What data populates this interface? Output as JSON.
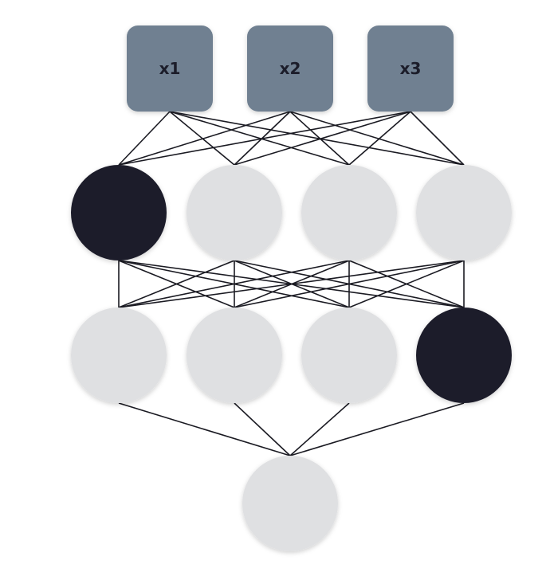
{
  "diagram": {
    "inputs": [
      {
        "label": "x1"
      },
      {
        "label": "x2"
      },
      {
        "label": "x3"
      }
    ],
    "layers": [
      {
        "nodes": [
          {
            "active": true
          },
          {
            "active": false
          },
          {
            "active": false
          },
          {
            "active": false
          }
        ]
      },
      {
        "nodes": [
          {
            "active": false
          },
          {
            "active": false
          },
          {
            "active": false
          },
          {
            "active": true
          }
        ]
      },
      {
        "nodes": [
          {
            "active": false
          }
        ]
      }
    ],
    "colors": {
      "input_box": "#6f8091",
      "input_text": "#1c1d2a",
      "node_inactive": "#dfe0e2",
      "node_active": "#1f1e2c",
      "edge": "#1a1a22",
      "background": "#ffffff"
    }
  }
}
